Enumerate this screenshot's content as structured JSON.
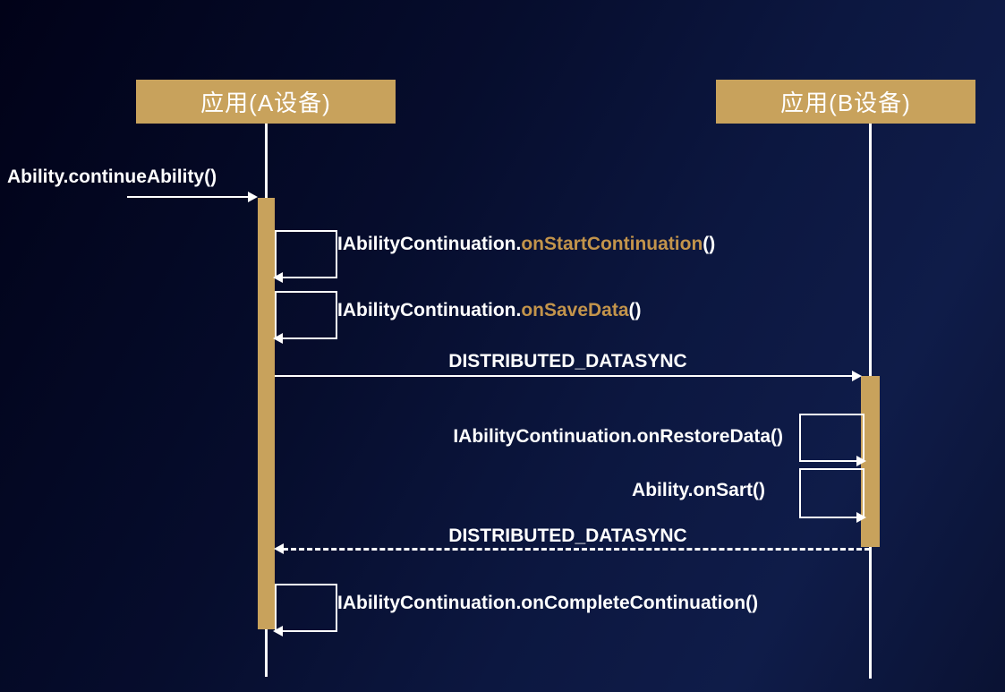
{
  "diagram": {
    "participants": {
      "device_a": {
        "label": "应用(A设备)"
      },
      "device_b": {
        "label": "应用(B设备)"
      }
    },
    "messages": {
      "continue_ability": {
        "label": "Ability.continueAbility()"
      },
      "on_start_continuation": {
        "prefix": "IAbilityContinuation.",
        "method": "onStartContinuation",
        "suffix": "()"
      },
      "on_save_data": {
        "prefix": "IAbilityContinuation.",
        "method": "onSaveData",
        "suffix": "()"
      },
      "datasync_send": {
        "label": "DISTRIBUTED_DATASYNC"
      },
      "on_restore_data": {
        "label": "IAbilityContinuation.onRestoreData()"
      },
      "on_start_device_b": {
        "label": "Ability.onSart()"
      },
      "datasync_return": {
        "label": "DISTRIBUTED_DATASYNC"
      },
      "on_complete_continuation": {
        "label": "IAbilityContinuation.onCompleteContinuation()"
      }
    },
    "colors": {
      "activation_bar": "#c8a25c",
      "method_highlight": "#c3944b",
      "line": "#ffffff",
      "label_text": "#ffffff",
      "background_top_left": "#010218",
      "background_bottom_right": "#0f1c49"
    }
  }
}
